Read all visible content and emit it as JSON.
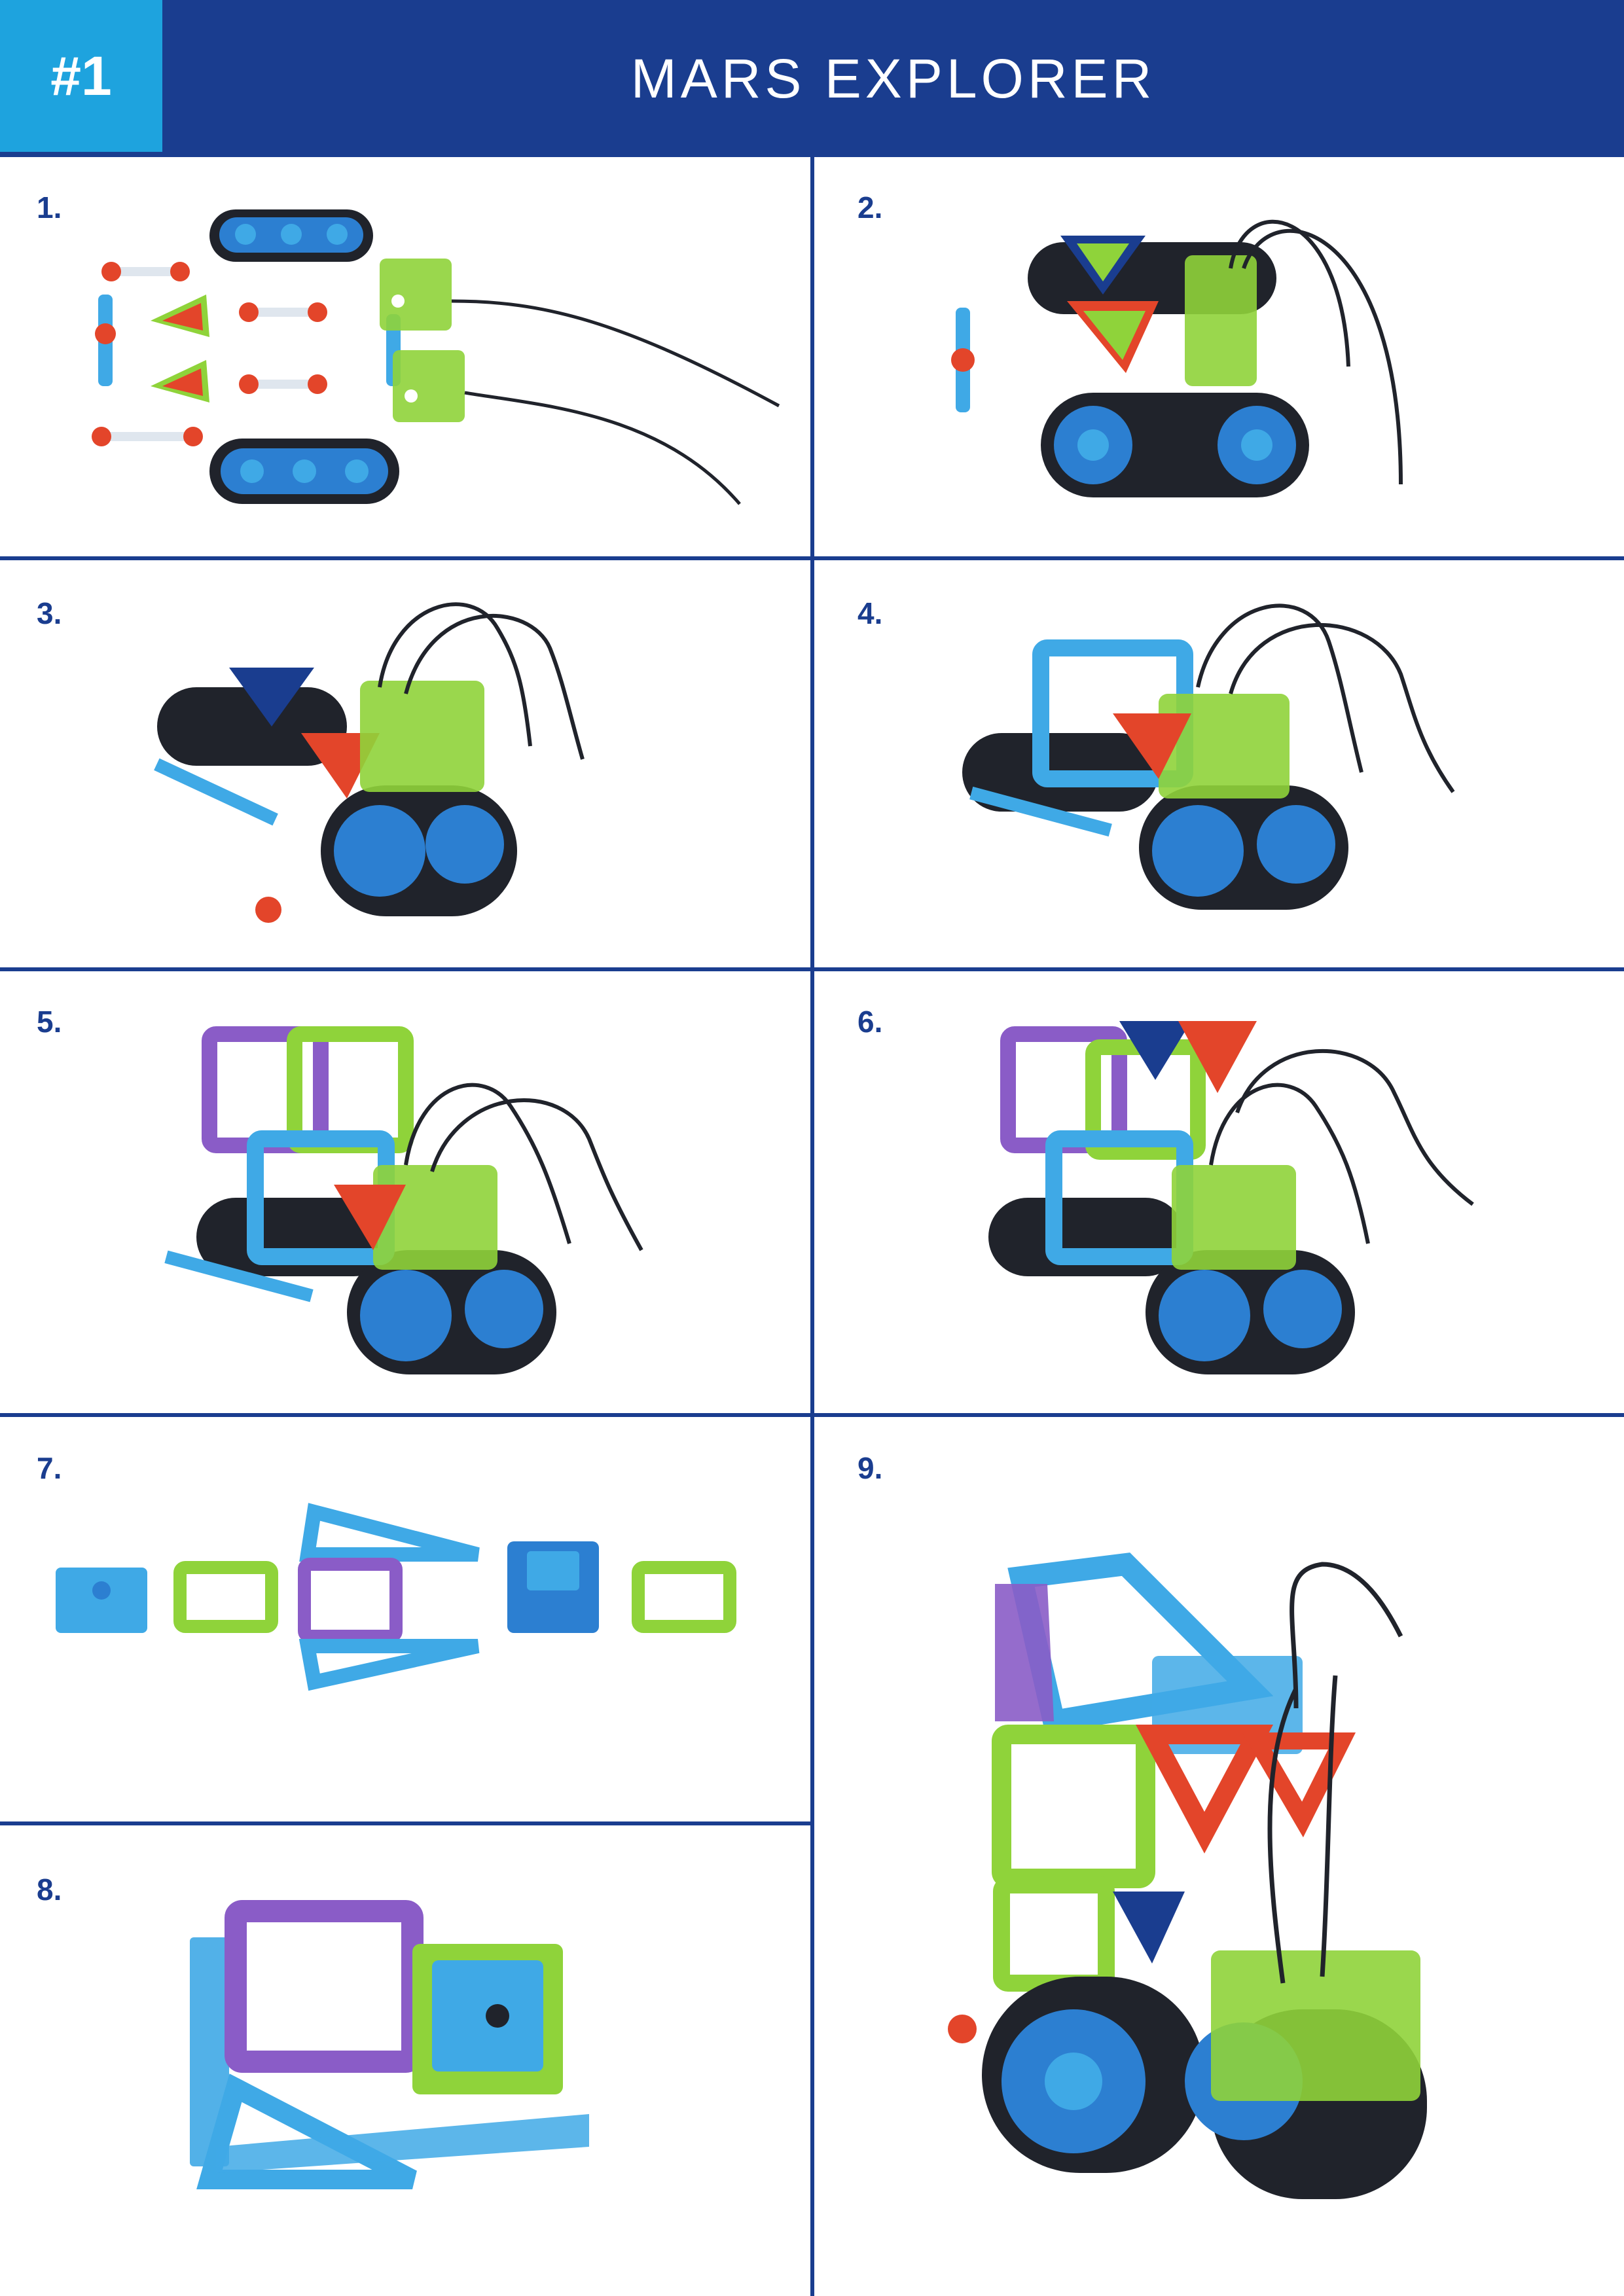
{
  "header": {
    "badge": "#1",
    "title": "MARS EXPLORER"
  },
  "steps": [
    {
      "label": "1."
    },
    {
      "label": "2."
    },
    {
      "label": "3."
    },
    {
      "label": "4."
    },
    {
      "label": "5."
    },
    {
      "label": "6."
    },
    {
      "label": "7."
    },
    {
      "label": "8."
    },
    {
      "label": "9."
    }
  ],
  "colors": {
    "brand_blue": "#1a3d8f",
    "badge_blue": "#1ea3de",
    "piece_blue": "#3fa9e6",
    "piece_green": "#8fd33a",
    "piece_purple": "#8a5cc7",
    "piece_red": "#e3452a",
    "track": "#20232b",
    "wheel": "#2c7fd1"
  }
}
